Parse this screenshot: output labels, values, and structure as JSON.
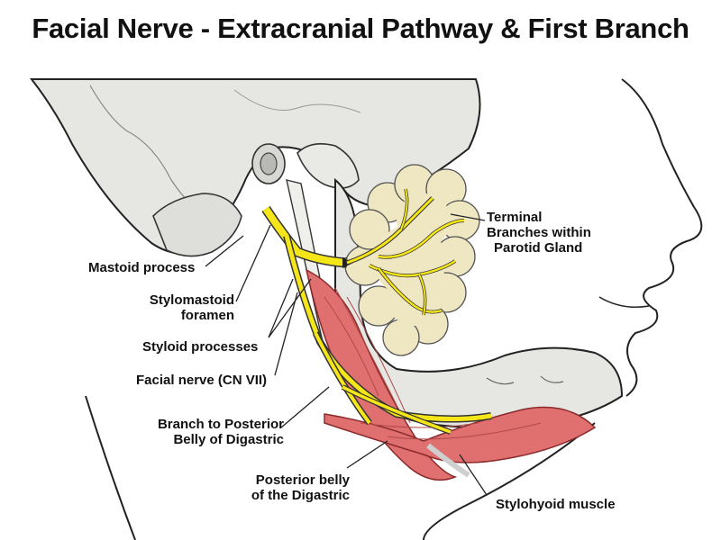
{
  "title": "Facial Nerve - Extracranial Pathway & First Branch",
  "labels": {
    "mastoid_process": "Mastoid process",
    "stylomastoid_line1": "Stylomastoid",
    "stylomastoid_line2": "foramen",
    "styloid_processes": "Styloid processes",
    "facial_nerve": "Facial nerve (CN VII)",
    "branch_line1": "Branch to Posterior",
    "branch_line2": "Belly of Digastric",
    "posterior_belly_line1": "Posterior belly",
    "posterior_belly_line2": "of the Digastric",
    "stylohyoid": "Stylohyoid muscle",
    "terminal_line1": "Terminal",
    "terminal_line2": "Branches within",
    "terminal_line3": "Parotid Gland"
  },
  "colors": {
    "bone": "#e6e6e3",
    "nerve": "#f5e61a",
    "muscle": "#e07070",
    "gland": "#efe6c2",
    "outline": "#222222"
  }
}
